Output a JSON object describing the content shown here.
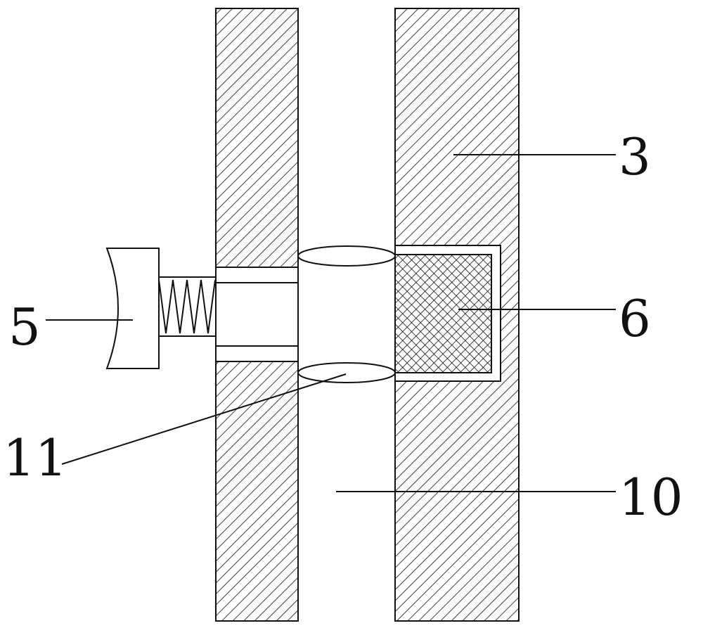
{
  "labels": {
    "part_3": "3",
    "part_5": "5",
    "part_6": "6",
    "part_10": "10",
    "part_11": "11"
  },
  "colors": {
    "line": "#111111",
    "background": "#ffffff"
  }
}
